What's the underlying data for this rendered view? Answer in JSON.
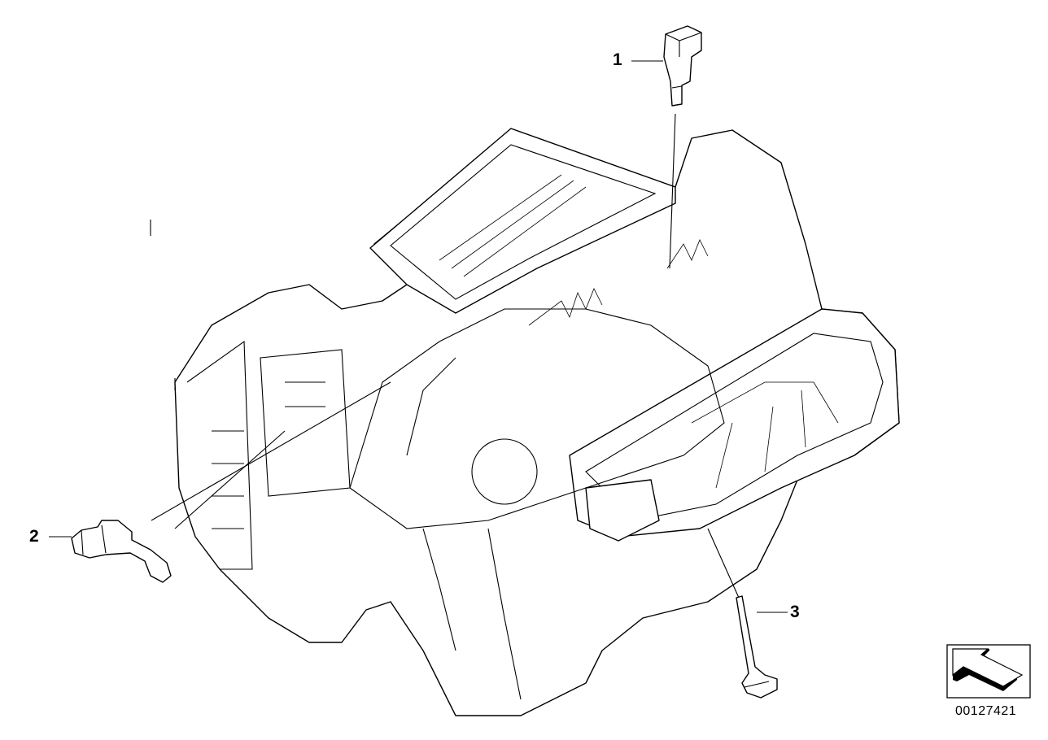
{
  "diagram": {
    "callouts": [
      {
        "number": "1",
        "part": "sensor-top"
      },
      {
        "number": "2",
        "part": "sensor-left"
      },
      {
        "number": "3",
        "part": "sensor-probe"
      }
    ],
    "reference_number": "00127421",
    "orientation_icon": "arrow-icon"
  }
}
